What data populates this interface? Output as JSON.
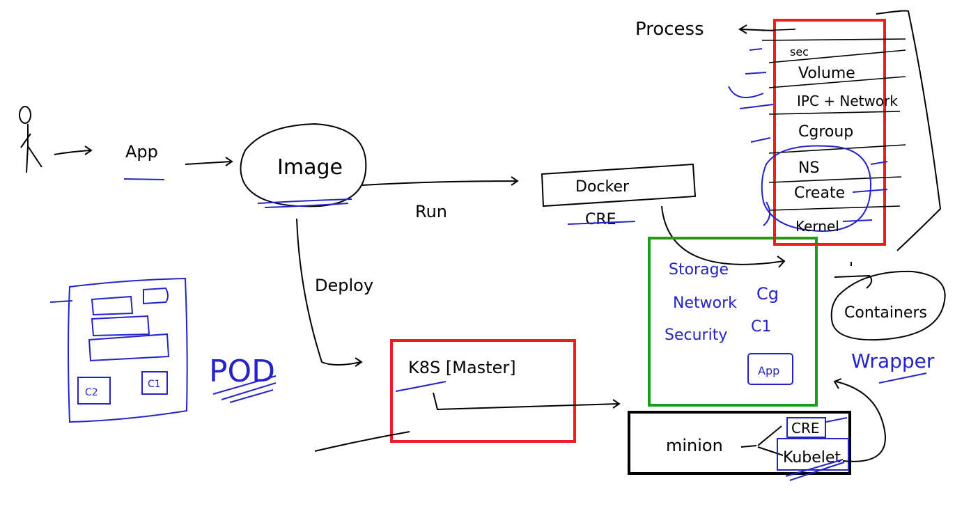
{
  "colors": {
    "ink": "#000000",
    "blue_ink": "#2323c8",
    "red": "#ee1c24",
    "green": "#1a9e1a",
    "black_box": "#000000"
  },
  "labels": {
    "app": "App",
    "image": "Image",
    "run": "Run",
    "docker": "Docker",
    "cre": "CRE",
    "deploy": "Deploy",
    "k8s_master": "K8S [Master]",
    "minion": "minion",
    "minion_cre": "CRE",
    "kubelet": "Kubelet",
    "pod": "POD",
    "c2": "C2",
    "c1": "C1",
    "process": "Process",
    "containers": "Containers",
    "wrapper": "Wrapper"
  },
  "kernel_stack": [
    "sec",
    "Volume",
    "IPC + Network",
    "Cgroup",
    "NS",
    "Create",
    "Kernel"
  ],
  "runtime_features": {
    "storage": "Storage",
    "network": "Network",
    "security": "Security",
    "cg": "Cg",
    "c1": "C1",
    "app": "App"
  }
}
